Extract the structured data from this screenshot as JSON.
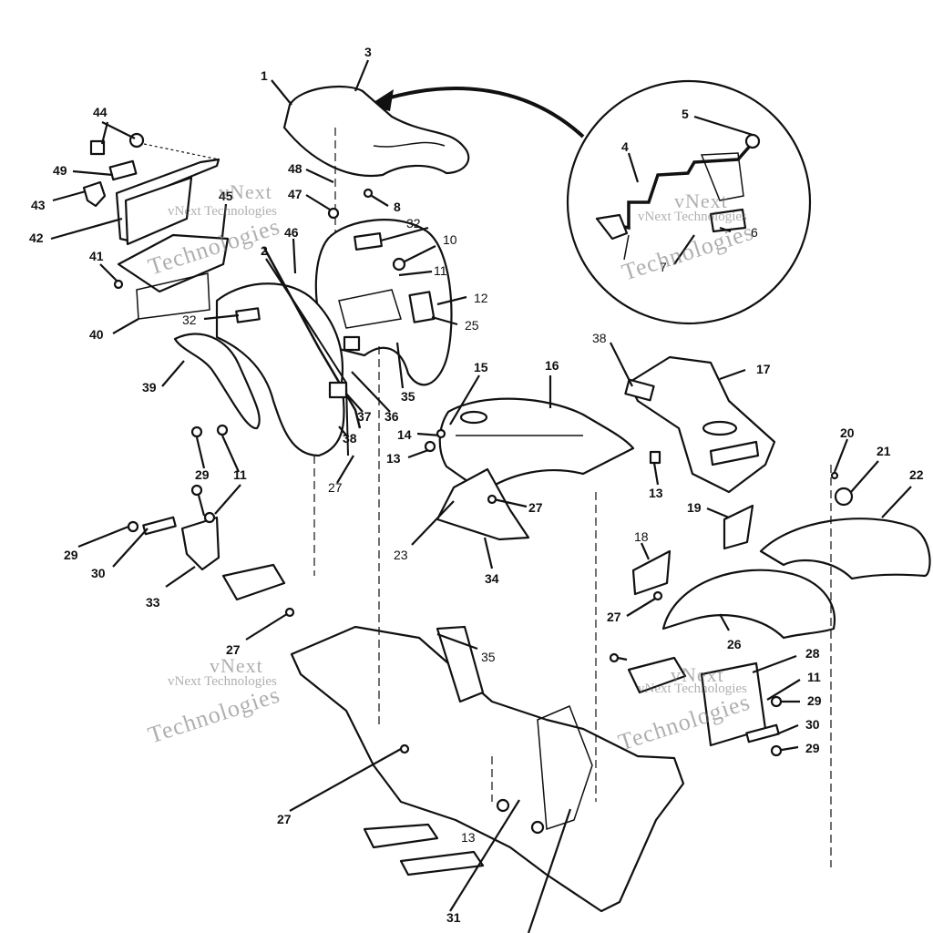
{
  "watermark": {
    "line1": "vNext",
    "line2": "vNext Technologies",
    "line3": "Technologies"
  },
  "callouts": [
    {
      "id": "c1",
      "label": "1"
    },
    {
      "id": "c3",
      "label": "3"
    },
    {
      "id": "c5",
      "label": "5"
    },
    {
      "id": "c4",
      "label": "4"
    },
    {
      "id": "c6",
      "label": "6"
    },
    {
      "id": "c7",
      "label": "7"
    },
    {
      "id": "c44",
      "label": "44"
    },
    {
      "id": "c49",
      "label": "49"
    },
    {
      "id": "c43",
      "label": "43"
    },
    {
      "id": "c42",
      "label": "42"
    },
    {
      "id": "c45",
      "label": "45"
    },
    {
      "id": "c46",
      "label": "46"
    },
    {
      "id": "c41",
      "label": "41"
    },
    {
      "id": "c40",
      "label": "40"
    },
    {
      "id": "c48",
      "label": "48"
    },
    {
      "id": "c47",
      "label": "47"
    },
    {
      "id": "c8",
      "label": "8"
    },
    {
      "id": "c2",
      "label": "2"
    },
    {
      "id": "c32a",
      "label": "32"
    },
    {
      "id": "c10",
      "label": "10"
    },
    {
      "id": "c11a",
      "label": "11"
    },
    {
      "id": "c12",
      "label": "12"
    },
    {
      "id": "c25",
      "label": "25"
    },
    {
      "id": "c32b",
      "label": "32"
    },
    {
      "id": "c39",
      "label": "39"
    },
    {
      "id": "c35a",
      "label": "35"
    },
    {
      "id": "c36",
      "label": "36"
    },
    {
      "id": "c37",
      "label": "37"
    },
    {
      "id": "c38a",
      "label": "38"
    },
    {
      "id": "c27a",
      "label": "27"
    },
    {
      "id": "c29a",
      "label": "29"
    },
    {
      "id": "c11b",
      "label": "11"
    },
    {
      "id": "c15",
      "label": "15"
    },
    {
      "id": "c16",
      "label": "16"
    },
    {
      "id": "c14",
      "label": "14"
    },
    {
      "id": "c13a",
      "label": "13"
    },
    {
      "id": "c38b",
      "label": "38"
    },
    {
      "id": "c17",
      "label": "17"
    },
    {
      "id": "c13b",
      "label": "13"
    },
    {
      "id": "c27b",
      "label": "27"
    },
    {
      "id": "c23",
      "label": "23"
    },
    {
      "id": "c34",
      "label": "34"
    },
    {
      "id": "c20",
      "label": "20"
    },
    {
      "id": "c21",
      "label": "21"
    },
    {
      "id": "c22",
      "label": "22"
    },
    {
      "id": "c19",
      "label": "19"
    },
    {
      "id": "c18",
      "label": "18"
    },
    {
      "id": "c29b",
      "label": "29"
    },
    {
      "id": "c30a",
      "label": "30"
    },
    {
      "id": "c33",
      "label": "33"
    },
    {
      "id": "c27c",
      "label": "27"
    },
    {
      "id": "c35b",
      "label": "35"
    },
    {
      "id": "c27d",
      "label": "27"
    },
    {
      "id": "c26",
      "label": "26"
    },
    {
      "id": "c28",
      "label": "28"
    },
    {
      "id": "c11c",
      "label": "11"
    },
    {
      "id": "c29c",
      "label": "29"
    },
    {
      "id": "c30b",
      "label": "30"
    },
    {
      "id": "c29d",
      "label": "29"
    },
    {
      "id": "c27e",
      "label": "27"
    },
    {
      "id": "c13c",
      "label": "13"
    },
    {
      "id": "c31",
      "label": "31"
    }
  ]
}
